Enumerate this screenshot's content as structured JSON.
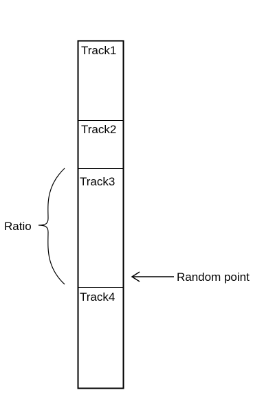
{
  "tracks": [
    {
      "label": "Track1"
    },
    {
      "label": "Track2"
    },
    {
      "label": "Track3"
    },
    {
      "label": "Track4"
    }
  ],
  "annotations": {
    "ratio_label": "Ratio",
    "random_point_label": "Random point"
  }
}
